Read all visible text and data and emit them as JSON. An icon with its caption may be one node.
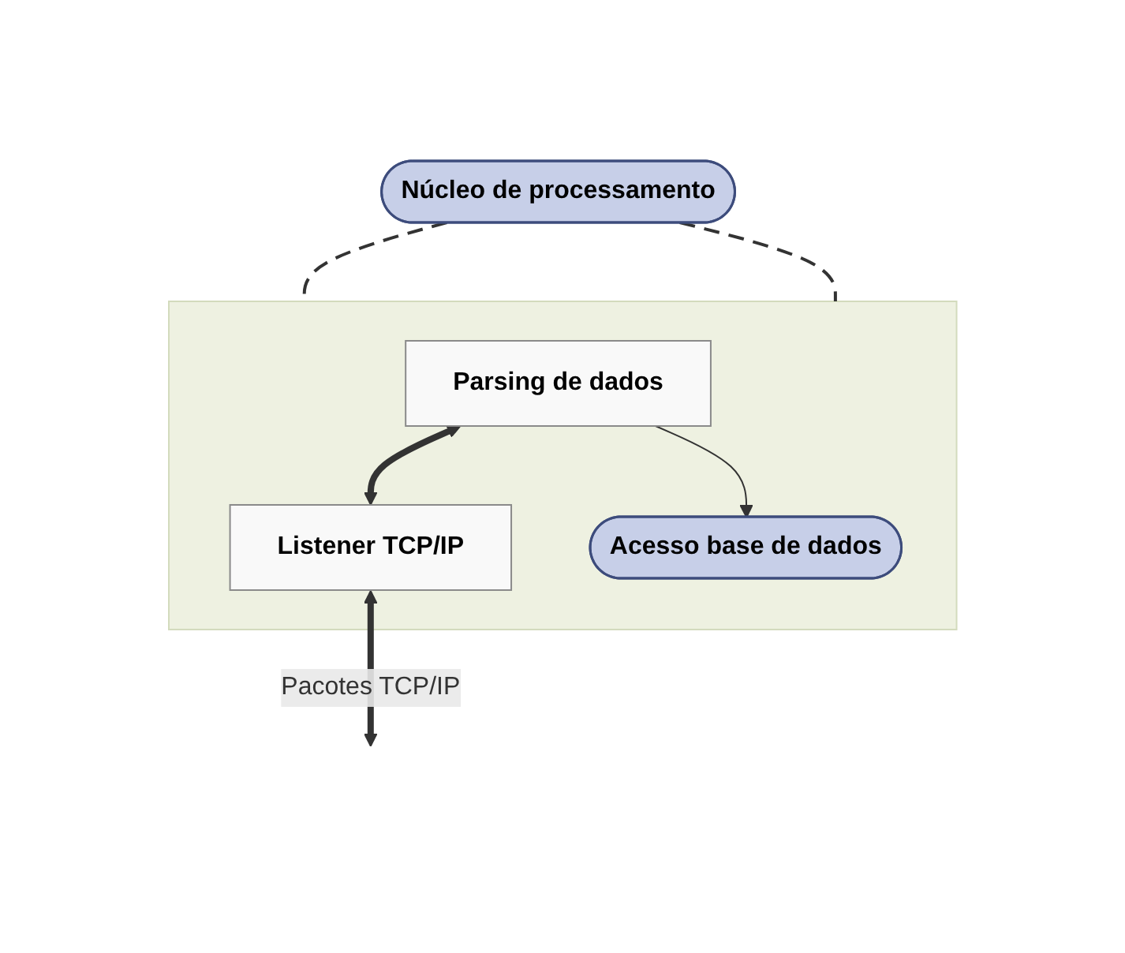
{
  "diagram": {
    "nodes": [
      {
        "text": [
          "Núcleo de processamento"
        ]
      },
      {
        "text": [],
        "shape": "box"
      },
      {
        "text": [
          "Parsing de dados"
        ],
        "in": 1
      },
      {
        "text": [
          "Listener TCP/IP"
        ],
        "in": 1
      },
      {
        "text": [
          "Acesso base de dados"
        ],
        "in": 1
      }
    ],
    "edges": [
      {
        "from": 0,
        "to": 1,
        "arrow": "none",
        "style": "dashed"
      },
      {
        "from": 0,
        "to": 1,
        "arrow": "none",
        "style": "dashed"
      },
      {
        "from": 2,
        "to": 3,
        "arrow": "both",
        "style": "thick"
      },
      {
        "from": 3,
        "to": null,
        "arrow": "both",
        "style": "thick",
        "label": "Pacotes TCP/IP"
      },
      {
        "from": 2,
        "to": 4,
        "arrow": "to"
      }
    ]
  }
}
